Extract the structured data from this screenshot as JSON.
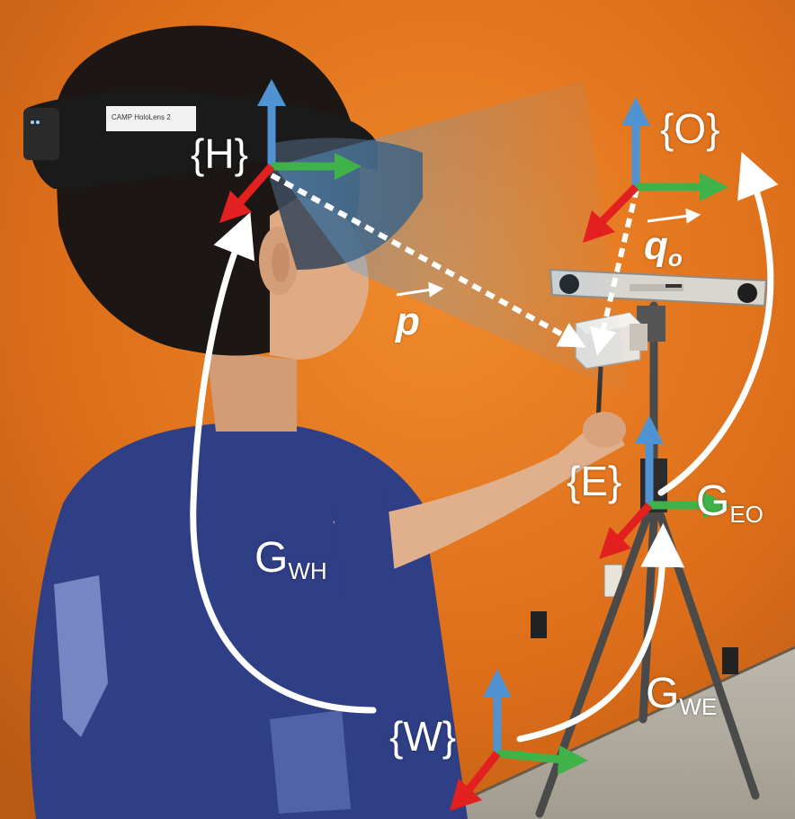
{
  "colors": {
    "wall": "#e2751f",
    "shirt": "#2f3f86",
    "axis_x": "#3fb34a",
    "axis_y": "#e32020",
    "axis_z": "#4f93d3",
    "annotation": "#ffffff"
  },
  "labels": {
    "frame_h": "{H}",
    "frame_o": "{O}",
    "frame_e": "{E}",
    "frame_w": "{W}",
    "vector_p": "p",
    "vector_q": "q",
    "vector_q_sub": "o",
    "g_wh": "G",
    "g_wh_sub": "WH",
    "g_eo": "G",
    "g_eo_sub": "EO",
    "g_we": "G",
    "g_we_sub": "WE",
    "device_tag": "CAMP HoloLens 2"
  }
}
